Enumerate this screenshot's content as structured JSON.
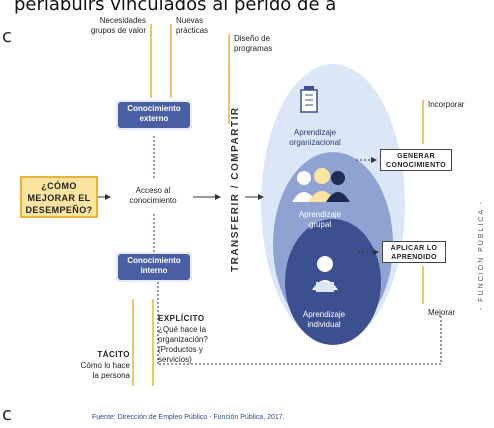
{
  "header": {
    "cut_text": "periabuirs vinculados al perido de a",
    "left_edge_top": "c",
    "left_edge_bottom": "c"
  },
  "top_labels": {
    "necesidades": "Necesidades\ngrupos de valor",
    "nuevas": "Nuevas\nprácticas",
    "diseno": "Diseño de\nprogramas"
  },
  "boxes": {
    "externo": "Conocimiento\nexterno",
    "interno": "Conocimiento\ninterno",
    "question": "¿CÓMO\nMEJORAR EL\nDESEMPEÑO?",
    "acceso": "Acceso al\nconocimiento",
    "transferir": "TRANSFERIR / COMPARTIR"
  },
  "aprendizaje": {
    "organizacional": "Aprendizaje\norganizacional",
    "grupal": "Aprendizaje\ngrupal",
    "individual": "Aprendizaje\nindividual"
  },
  "right": {
    "incorporar": "Incorporar",
    "generar": "GENERAR\nCONOCIMIENTO",
    "aplicar": "APLICAR LO\nAPRENDIDO",
    "mejorar": "Mejorar",
    "vertical": "- FUNCIÓN PÚBLICA -"
  },
  "bottom": {
    "tacito_title": "TÁCITO",
    "tacito_desc": "Cómo lo hace\nla persona",
    "explicito_title": "EXPLÍCITO",
    "explicito_desc": "¿Qué hace la\norganización?\n(Productos y\nservicios)"
  },
  "source": "Fuente: Dirección de Empleo Público - Función Pública, 2017.",
  "colors": {
    "navy": "#4a5fa3",
    "gold": "#e9b43a",
    "light_blue": "#dbe6f7",
    "mid_blue": "#8ea3d2",
    "dark_blue": "#3c4f8e"
  }
}
